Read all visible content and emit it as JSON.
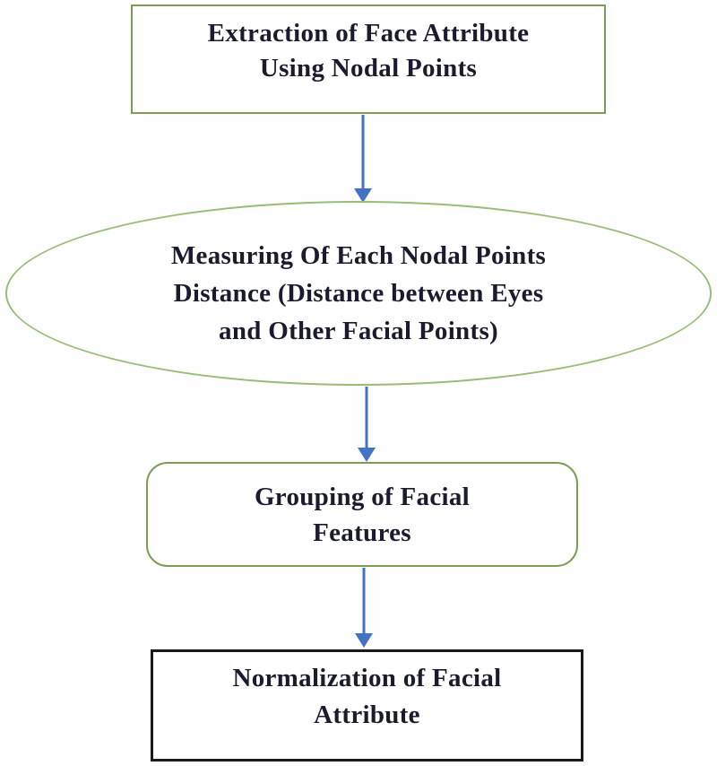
{
  "diagram": {
    "type": "flowchart",
    "colors": {
      "green_border_dark": "#7d9c56",
      "green_border_light": "#95bd77",
      "black_border": "#1a1a1a",
      "arrow_blue": "#4472c4",
      "text": "#1b1b2e",
      "background": "#fefefe"
    },
    "nodes": [
      {
        "id": "extraction",
        "shape": "rectangle",
        "border": "green",
        "lines": [
          "Extraction of Face Attribute",
          "Using Nodal Points"
        ]
      },
      {
        "id": "measuring",
        "shape": "ellipse",
        "border": "green",
        "lines": [
          "Measuring Of Each Nodal Points",
          "Distance (Distance between Eyes",
          "and Other Facial Points)"
        ]
      },
      {
        "id": "grouping",
        "shape": "rounded-rectangle",
        "border": "green",
        "lines": [
          "Grouping of Facial",
          "Features"
        ]
      },
      {
        "id": "normalization",
        "shape": "rectangle",
        "border": "black",
        "lines": [
          "Normalization of Facial",
          "Attribute"
        ]
      }
    ],
    "connections": [
      {
        "from": "extraction",
        "to": "measuring",
        "style": "blue-down-arrow"
      },
      {
        "from": "measuring",
        "to": "grouping",
        "style": "blue-down-arrow"
      },
      {
        "from": "grouping",
        "to": "normalization",
        "style": "blue-down-arrow"
      }
    ]
  }
}
